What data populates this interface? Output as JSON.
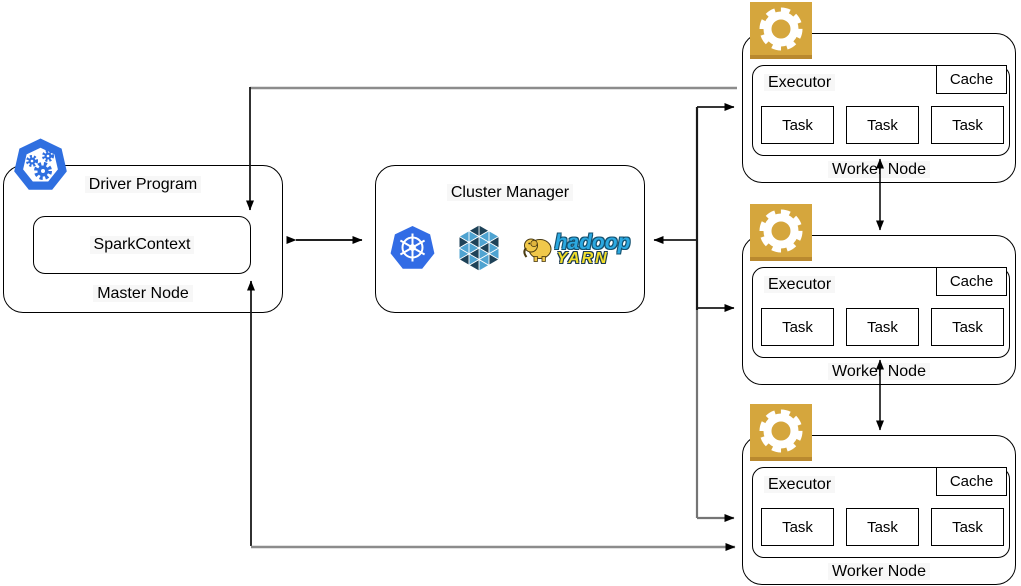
{
  "driver": {
    "program_label": "Driver Program",
    "spark_context_label": "SparkContext",
    "node_label": "Master Node"
  },
  "cluster_manager": {
    "title": "Cluster Manager",
    "yarn_wordmark_top": "hadoop",
    "yarn_wordmark_bottom": "YARN",
    "icons": [
      "kubernetes-logo",
      "mesos-logo",
      "hadoop-yarn-logo"
    ]
  },
  "workers": [
    {
      "executor_label": "Executor",
      "cache_label": "Cache",
      "tasks": [
        "Task",
        "Task",
        "Task"
      ],
      "node_label": "Worker Node"
    },
    {
      "executor_label": "Executor",
      "cache_label": "Cache",
      "tasks": [
        "Task",
        "Task",
        "Task"
      ],
      "node_label": "Worker Node"
    },
    {
      "executor_label": "Executor",
      "cache_label": "Cache",
      "tasks": [
        "Task",
        "Task",
        "Task"
      ],
      "node_label": "Worker Node"
    }
  ],
  "colors": {
    "connector_gray": "#8c8c8c",
    "connector_black": "#1a1a1a",
    "gear_gold": "#D5A63D",
    "driver_icon_blue": "#2F6FE0",
    "kubernetes_blue": "#326CE5",
    "mesos_dark": "#1E4258",
    "mesos_light": "#4FA3D1",
    "hadoop_blue": "#2CA9E1",
    "yarn_yellow": "#F2DE2A"
  }
}
